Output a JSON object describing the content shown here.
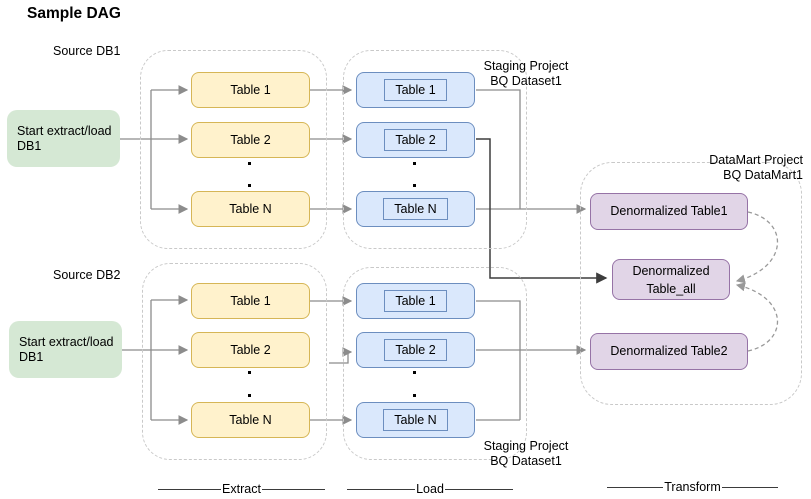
{
  "title": "Sample DAG",
  "stages": {
    "extract": "Extract",
    "load": "Load",
    "transform": "Transform"
  },
  "ellipsis_dot": ".",
  "db1": {
    "source_label": "Source DB1",
    "start": {
      "line1": "Start extract/load",
      "line2": "DB1"
    },
    "extract_tables": [
      "Table 1",
      "Table 2",
      "Table N"
    ],
    "load_tables": [
      "Table 1",
      "Table 2",
      "Table N"
    ],
    "staging": {
      "line1": "Staging Project",
      "line2": "BQ Dataset1"
    }
  },
  "db2": {
    "source_label": "Source DB2",
    "start": {
      "line1": "Start extract/load",
      "line2": "DB1"
    },
    "extract_tables": [
      "Table 1",
      "Table 2",
      "Table N"
    ],
    "load_tables": [
      "Table 1",
      "Table 2",
      "Table N"
    ],
    "staging": {
      "line1": "Staging Project",
      "line2": "BQ Dataset1"
    }
  },
  "datamart": {
    "project_label": {
      "line1": "DataMart Project",
      "line2": "BQ DataMart1"
    },
    "table1": "Denormalized Table1",
    "table_all": {
      "line1": "Denormalized",
      "line2": "Table_all"
    },
    "table2": "Denormalized Table2"
  },
  "colors": {
    "green_fill": "#d5e8d4",
    "green_stroke": "#82b366",
    "yellow_fill": "#fff2cc",
    "yellow_stroke": "#d6b656",
    "blue_fill": "#dae8fc",
    "blue_stroke": "#6c8ebf",
    "purple_fill": "#e1d5e7",
    "purple_stroke": "#9673a6",
    "connector": "#8c8c8c",
    "connector_dark": "#3d3d3d",
    "group_border": "#c9c9c9",
    "arc_dashed": "#999999"
  }
}
